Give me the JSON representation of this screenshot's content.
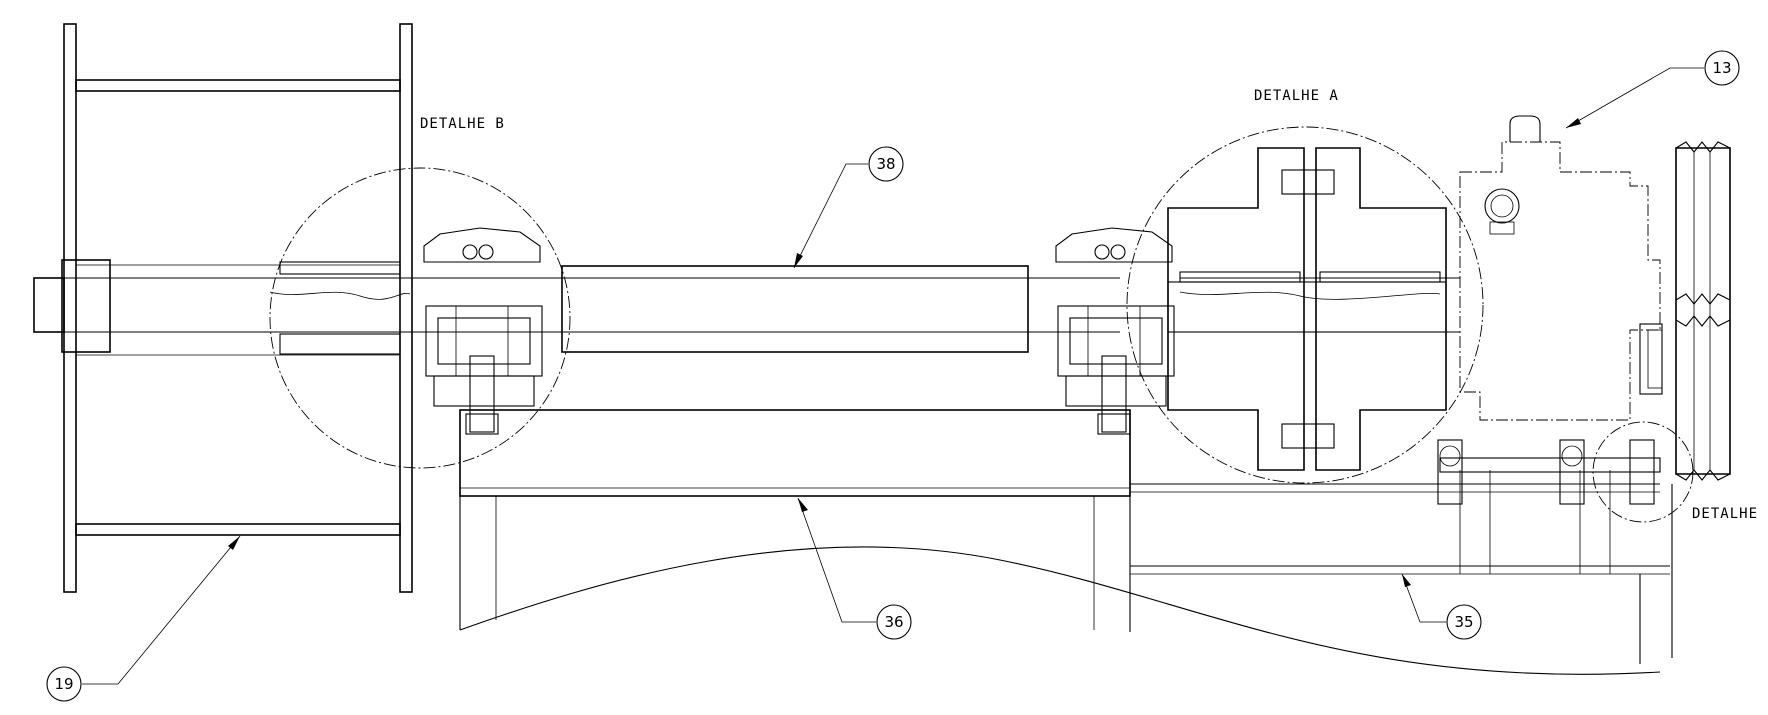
{
  "detail_labels": {
    "a": "DETALHE A",
    "b": "DETALHE B",
    "c": "DETALHE"
  },
  "balloons": {
    "b13": "13",
    "b19": "19",
    "b35": "35",
    "b36": "36",
    "b38": "38"
  },
  "colors": {
    "line": "#000000",
    "background": "#ffffff"
  }
}
